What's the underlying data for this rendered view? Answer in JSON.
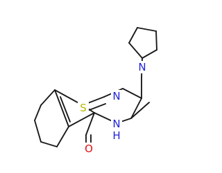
{
  "molecule": {
    "atoms": {
      "sulfur": {
        "symbol": "S",
        "color": "#b8b800"
      },
      "ring_n_top": {
        "symbol": "N",
        "color": "#1f22d6"
      },
      "ring_nh": {
        "symbol": "N",
        "hydrogen": "H",
        "color": "#1f22d6"
      },
      "pyrrolidine_n": {
        "symbol": "N",
        "color": "#1f22d6"
      },
      "carbonyl_o": {
        "symbol": "O",
        "color": "#e01010"
      }
    },
    "bond_color": "#1a1a1a"
  }
}
